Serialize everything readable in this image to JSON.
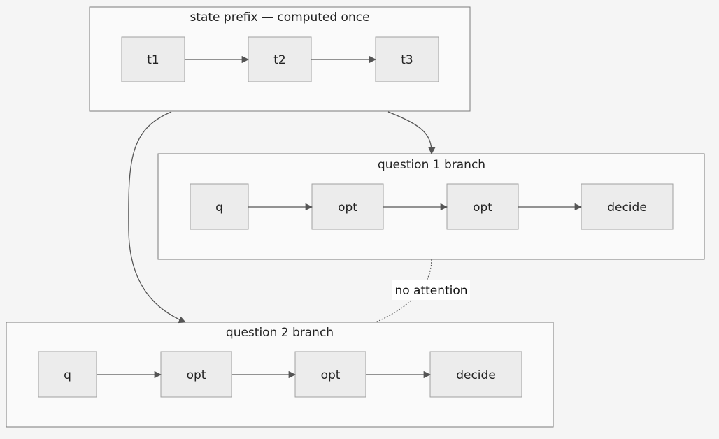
{
  "clusters": {
    "prefix": {
      "title": "state prefix — computed once",
      "nodes": [
        "t1",
        "t2",
        "t3"
      ]
    },
    "q1": {
      "title": "question 1 branch",
      "nodes": [
        "q",
        "opt",
        "opt",
        "decide"
      ]
    },
    "q2": {
      "title": "question 2 branch",
      "nodes": [
        "q",
        "opt",
        "opt",
        "decide"
      ]
    }
  },
  "edge_labels": {
    "no_attention": "no attention"
  },
  "colors": {
    "background": "#f5f5f5",
    "cluster_fill": "#fafafa",
    "cluster_border": "#7a7a7a",
    "node_fill": "#ececec",
    "node_border": "#a0a0a0",
    "edge": "#555555"
  }
}
